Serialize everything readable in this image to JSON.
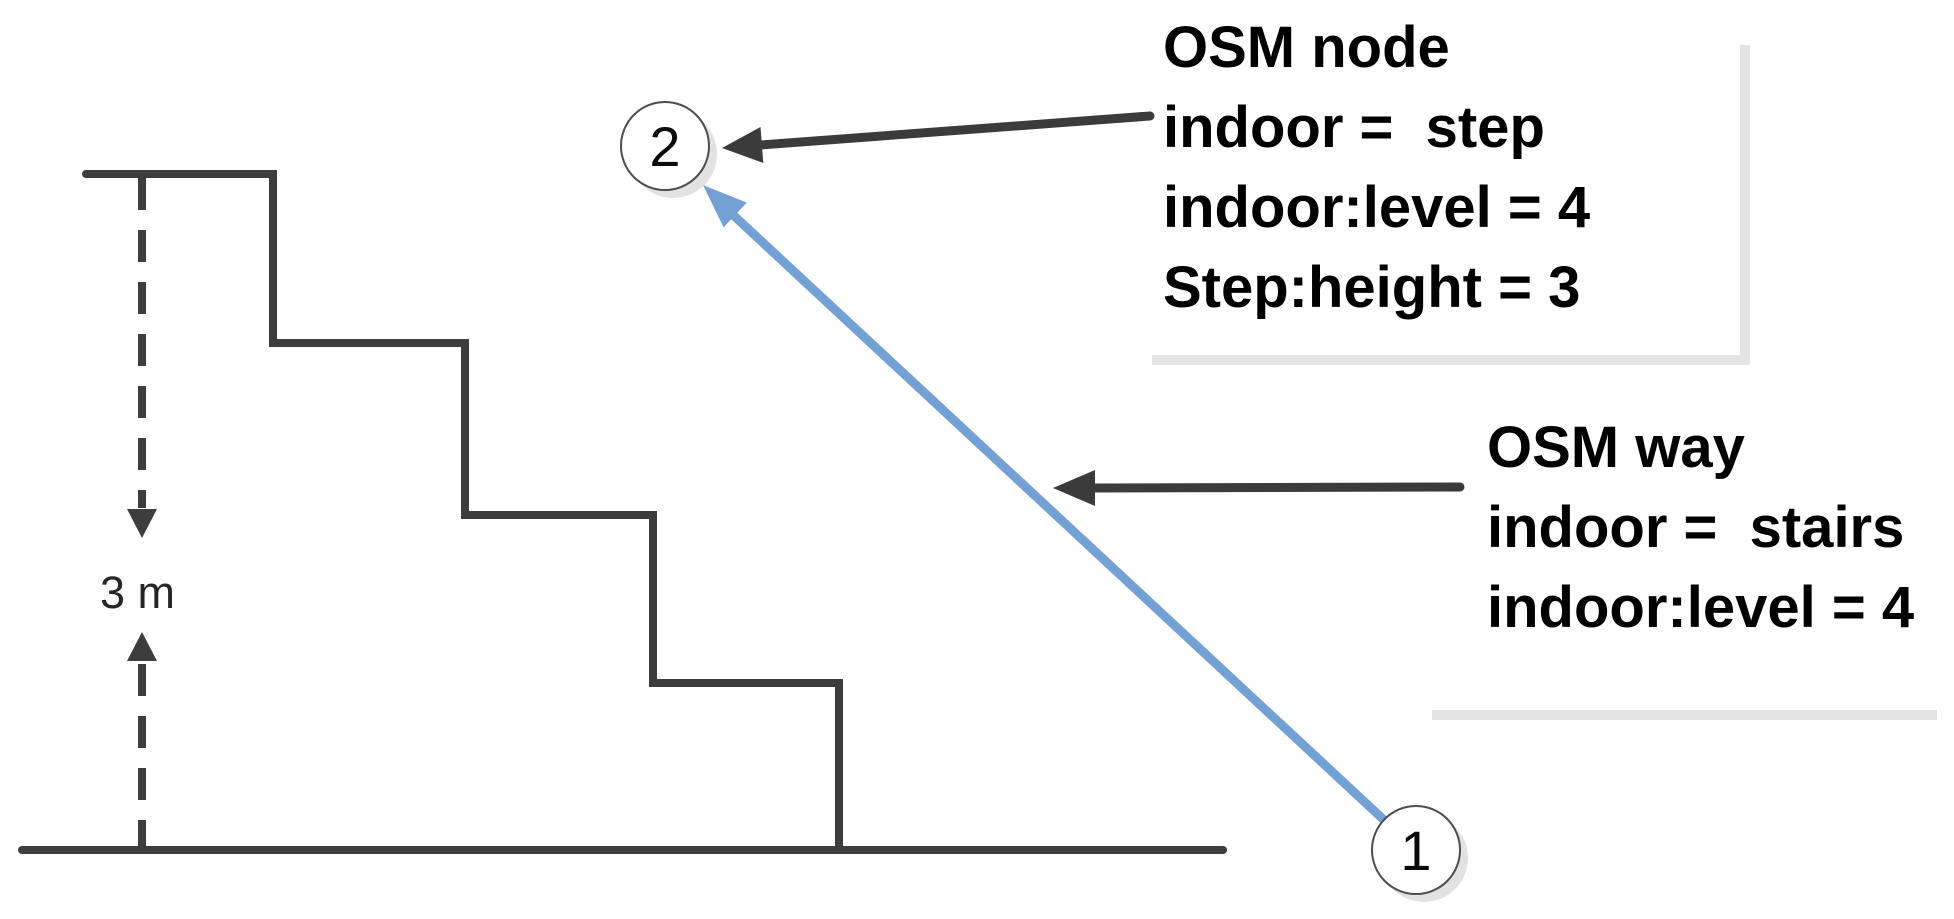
{
  "figure": {
    "dimension": {
      "label": "3 m"
    },
    "nodes": {
      "top": {
        "label": "2"
      },
      "start": {
        "label": "1"
      }
    }
  },
  "callouts": {
    "osm_node": {
      "title": "OSM node",
      "tag_indoor": "indoor =  step",
      "tag_level": "indoor:level = 4",
      "tag_height": "Step:height = 3"
    },
    "osm_way": {
      "title": "OSM way",
      "tag_indoor": "indoor =  stairs",
      "tag_level": "indoor:level = 4"
    }
  },
  "icons": {
    "dimension_top": "arrow-down",
    "dimension_bottom": "arrow-up",
    "node_pointer": "arrow-left",
    "way_pointer": "arrow-left",
    "way_direction": "arrow-up-left"
  },
  "colors": {
    "line_dark": "#3d3d3d",
    "arrow_dark": "#3b3b3b",
    "way_blue": "#74a1d3",
    "shadow_gray": "#e4e4e4",
    "circle_stroke": "#4d4d4d",
    "text_black": "#000000"
  }
}
